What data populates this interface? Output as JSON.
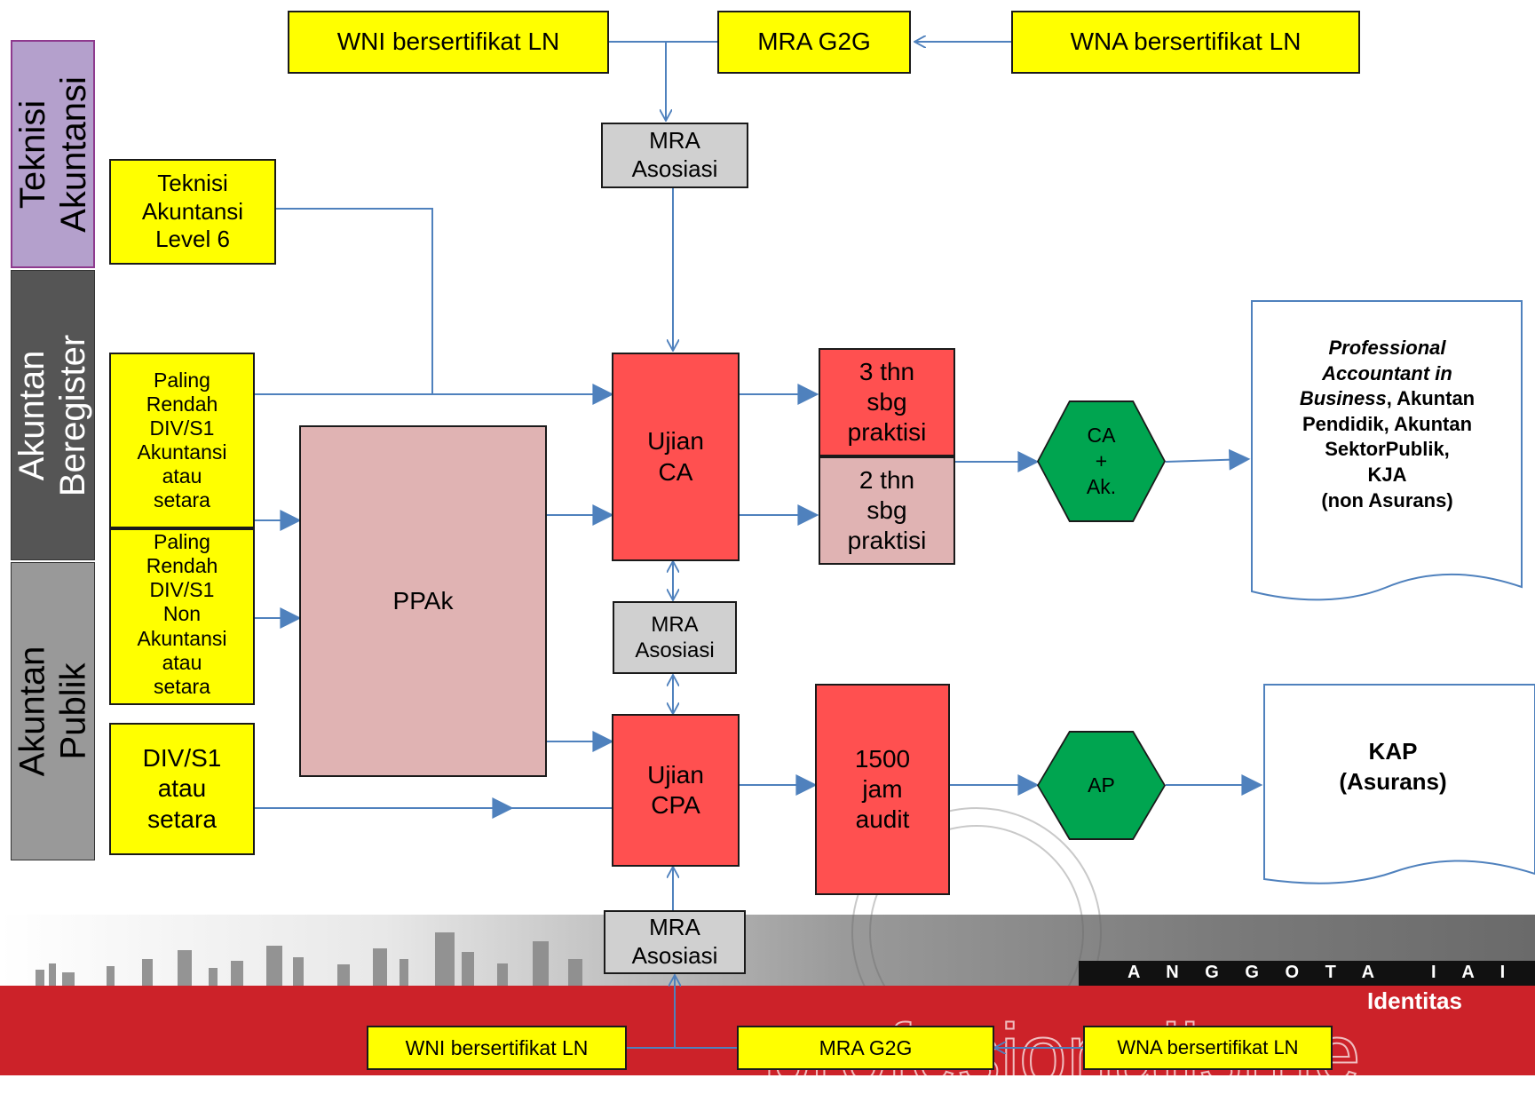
{
  "bands": {
    "teknisi": "Teknisi\nAkuntansi",
    "beregister": "Akuntan\nBeregister",
    "publik": "Akuntan\nPublik"
  },
  "nodes": {
    "wni_top": "WNI bersertifikat LN",
    "mra_g2g_top": "MRA G2G",
    "wna_top": "WNA bersertifikat LN",
    "mra_asosiasi_top": "MRA\nAsosiasi",
    "teknisi_l6": "Teknisi\nAkuntansi\nLevel 6",
    "s1_akuntansi": "Paling\nRendah\nDIV/S1\nAkuntansi\natau\nsetara",
    "s1_non_akuntansi": "Paling\nRendah\nDIV/S1\nNon\nAkuntansi\natau\nsetara",
    "div_s1": "DIV/S1\natau\nsetara",
    "ppak": "PPAk",
    "ujian_ca": "Ujian\nCA",
    "ujian_cpa": "Ujian\nCPA",
    "mra_asosiasi_mid": "MRA\nAsosiasi",
    "mra_asosiasi_bottom": "MRA\nAsosiasi",
    "praktisi_3": "3 thn\nsbg\npraktisi",
    "praktisi_2": "2 thn\nsbg\npraktisi",
    "jam_audit": "1500\njam\naudit",
    "ca_ak": "CA\n+\nAk.",
    "ap": "AP",
    "wni_bottom": "WNI bersertifikat LN",
    "mra_g2g_bottom": "MRA G2G",
    "wna_bottom": "WNA bersertifikat LN"
  },
  "outcomes": {
    "pab_italic": "Professional\nAccountant in\nBusiness",
    "pab_rest": ", Akuntan\nPendidik, Akuntan\nSektorPublik,\nKJA\n(non Asurans)",
    "kap": "KAP\n(Asurans)"
  },
  "footer": {
    "anggota": "A N G G O T A   I A I",
    "identitas": "Identitas",
    "profesionalisme": "profesionalisme"
  },
  "colors": {
    "yellow": "#ffff00",
    "red": "#ff5050",
    "pink": "#e0b3b3",
    "gray": "#d0d0d0",
    "green": "#00a550",
    "arrow": "#4f81bd",
    "footer_red": "#cc2229",
    "band_purple": "#b4a0cc",
    "band_dark": "#555555",
    "band_mid": "#999999"
  }
}
